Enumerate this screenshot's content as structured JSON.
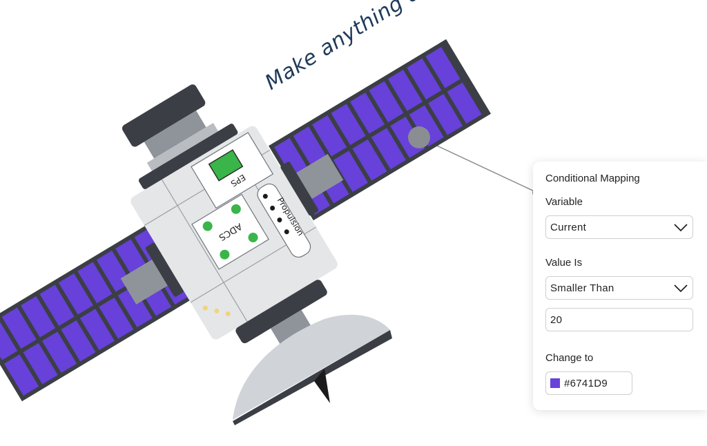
{
  "tagline": "Make anything dynamic!",
  "satellite": {
    "eps_label": "EPS",
    "adcs_label": "ADCS",
    "propulsion_label": "Propulsion"
  },
  "panel": {
    "title": "Conditional Mapping",
    "variable_label": "Variable",
    "variable_value": "Current",
    "value_is_label": "Value Is",
    "comparator_value": "Smaller Than",
    "threshold_value": "20",
    "change_to_label": "Change to",
    "color_value": "#6741D9"
  },
  "colors": {
    "solar_cell": "#6741D9",
    "solar_frame": "#3b3f45",
    "body": "#e4e6e8",
    "status_green": "#39b54a",
    "led_yellow": "#f3d37a",
    "headline": "#1f3a5a"
  },
  "icons": {
    "dropdown": "chevron-down-icon"
  }
}
